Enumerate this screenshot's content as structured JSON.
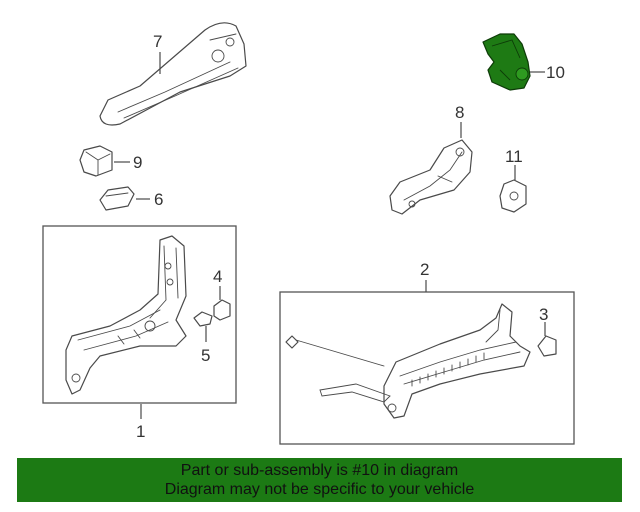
{
  "diagram": {
    "callouts": [
      {
        "id": "1",
        "label": "1"
      },
      {
        "id": "2",
        "label": "2"
      },
      {
        "id": "3",
        "label": "3"
      },
      {
        "id": "4",
        "label": "4"
      },
      {
        "id": "5",
        "label": "5"
      },
      {
        "id": "6",
        "label": "6"
      },
      {
        "id": "7",
        "label": "7"
      },
      {
        "id": "8",
        "label": "8"
      },
      {
        "id": "9",
        "label": "9"
      },
      {
        "id": "10",
        "label": "10"
      },
      {
        "id": "11",
        "label": "11"
      }
    ],
    "highlighted_part": "10",
    "colors": {
      "highlight": "#1e7a14",
      "line": "#4a4a4a",
      "banner": "#1c7a14"
    }
  },
  "footer": {
    "line1": "Part or sub-assembly is #10 in diagram",
    "line2": "Diagram may not be specific to your vehicle"
  }
}
